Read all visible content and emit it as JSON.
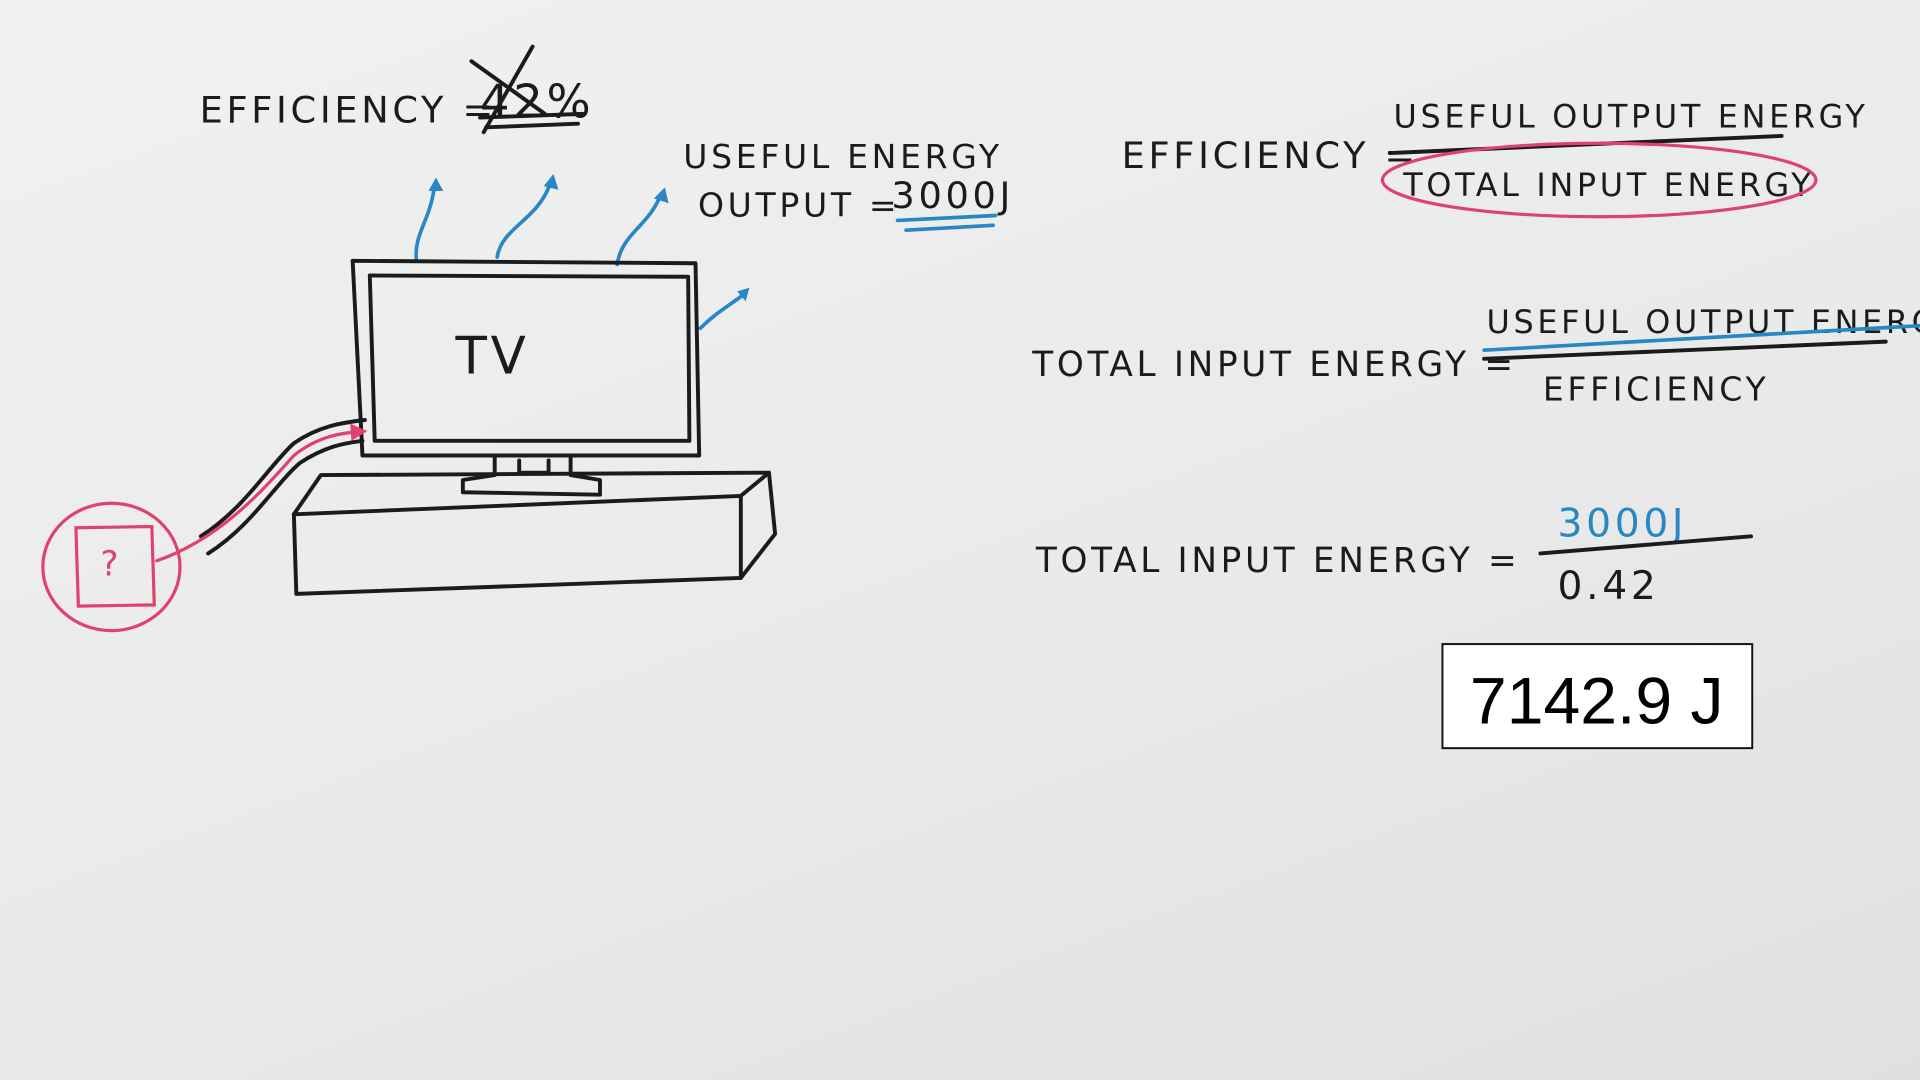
{
  "top_left": {
    "efficiency_label": "EFFICIENCY =",
    "efficiency_value": "42%"
  },
  "useful_energy": {
    "line1": "USEFUL ENERGY",
    "line2": "OUTPUT =",
    "value": "3000J"
  },
  "tv": {
    "label": "TV",
    "input_box": "?"
  },
  "formula1": {
    "lhs": "EFFICIENCY =",
    "numerator": "USEFUL OUTPUT ENERGY",
    "denominator": "TOTAL INPUT ENERGY"
  },
  "formula2": {
    "lhs": "TOTAL INPUT ENERGY =",
    "numerator": "USEFUL OUTPUT ENERGY",
    "denominator": "EFFICIENCY"
  },
  "formula3": {
    "lhs": "TOTAL INPUT ENERGY =",
    "numerator": "3000J",
    "denominator": "0.42"
  },
  "result": "7142.9 J",
  "colors": {
    "ink": "#1b1b1b",
    "blue": "#2a86c4",
    "pink": "#e0426e"
  }
}
